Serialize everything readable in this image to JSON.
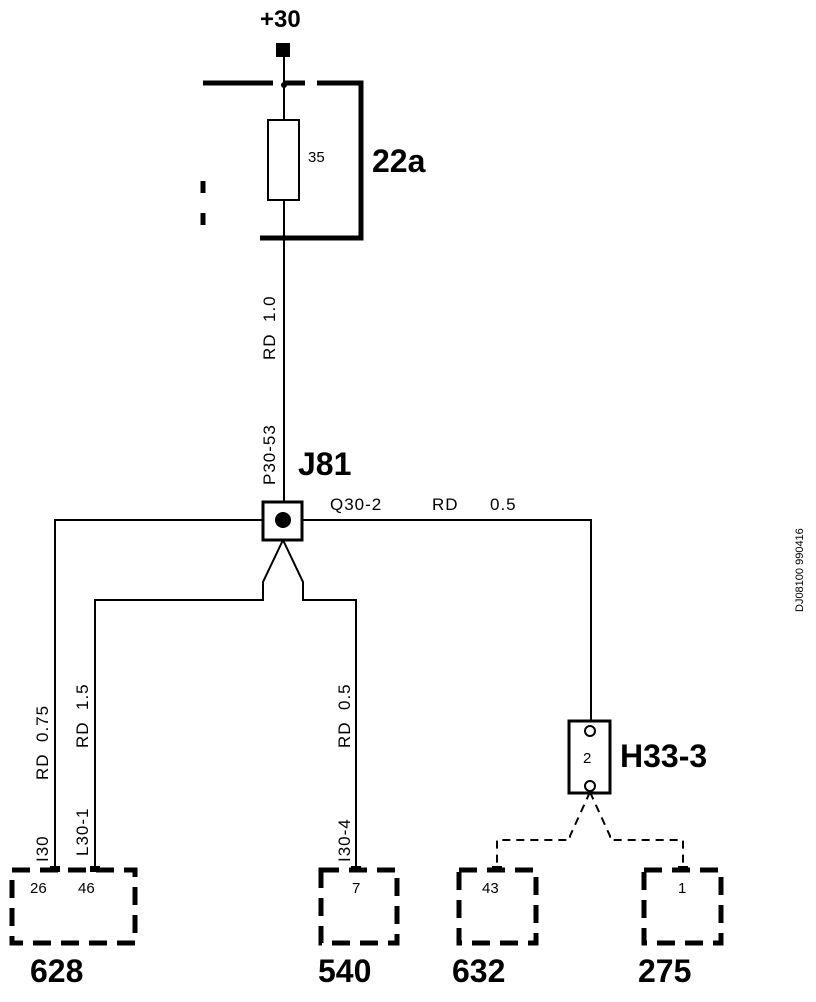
{
  "supply": {
    "label": "+30"
  },
  "fuse": {
    "component": "22a",
    "rating": "35"
  },
  "wires": {
    "main": {
      "color": "RD",
      "gauge": "1.0",
      "id": "P30-53"
    },
    "q30": {
      "id": "Q30-2",
      "color": "RD",
      "gauge": "0.5"
    },
    "left1": {
      "color": "RD",
      "gauge": "0.75",
      "id": "I30"
    },
    "left2": {
      "color": "RD",
      "gauge": "1.5",
      "id": "L30-1"
    },
    "mid": {
      "color": "RD",
      "gauge": "0.5",
      "id": "I30-4"
    }
  },
  "splice": {
    "label": "J81"
  },
  "connector_h33": {
    "label": "H33-3",
    "pin": "2"
  },
  "connectors": {
    "c628": {
      "label": "628",
      "pins": [
        "26",
        "46"
      ]
    },
    "c540": {
      "label": "540",
      "pins": [
        "7"
      ]
    },
    "c632": {
      "label": "632",
      "pins": [
        "43"
      ]
    },
    "c275": {
      "label": "275",
      "pins": [
        "1"
      ]
    }
  },
  "doc_id": "DJ08100 990416"
}
